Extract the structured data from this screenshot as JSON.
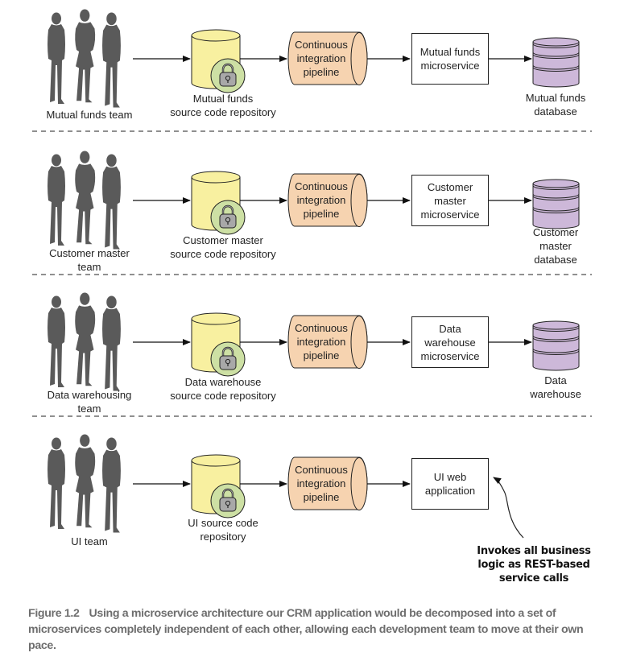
{
  "figure": {
    "number_label": "Figure 1.2",
    "caption": "Using a microservice architecture our CRM application would be decomposed into a set of microservices completely independent of each other, allowing each development team to move at their own pace."
  },
  "rows": [
    {
      "team": "Mutual funds team",
      "repository": "Mutual funds\nsource code repository",
      "pipeline": "Continuous\nintegration\npipeline",
      "service": "Mutual funds\nmicroservice",
      "database": "Mutual funds\ndatabase"
    },
    {
      "team": "Customer master\nteam",
      "repository": "Customer master\nsource code repository",
      "pipeline": "Continuous\nintegration\npipeline",
      "service": "Customer\nmaster\nmicroservice",
      "database": "Customer\nmaster\ndatabase"
    },
    {
      "team": "Data warehousing\nteam",
      "repository": "Data warehouse\nsource code repository",
      "pipeline": "Continuous\nintegration\npipeline",
      "service": "Data\nwarehouse\nmicroservice",
      "database": "Data\nwarehouse"
    },
    {
      "team": "UI team",
      "repository": "UI source code\nrepository",
      "pipeline": "Continuous\nintegration\npipeline",
      "service": "UI web\napplication",
      "database": null
    }
  ],
  "annotation": "Invokes all business\nlogic as REST-based\nservice calls",
  "colors": {
    "people": "#5a5a5a",
    "repository_fill": "#f8f0a0",
    "lock_badge_fill": "#cde0a4",
    "lock_fill": "#a8a8a8",
    "pipeline_fill": "#f6d3b0",
    "database_fill": "#cdb8d9",
    "caption_text": "#6e6e6e"
  },
  "icons": {
    "team": "people-silhouette-icon",
    "repository": "repository-cylinder-icon",
    "lock": "lock-icon",
    "pipeline": "pipeline-cylinder-icon",
    "database": "database-stack-icon"
  }
}
